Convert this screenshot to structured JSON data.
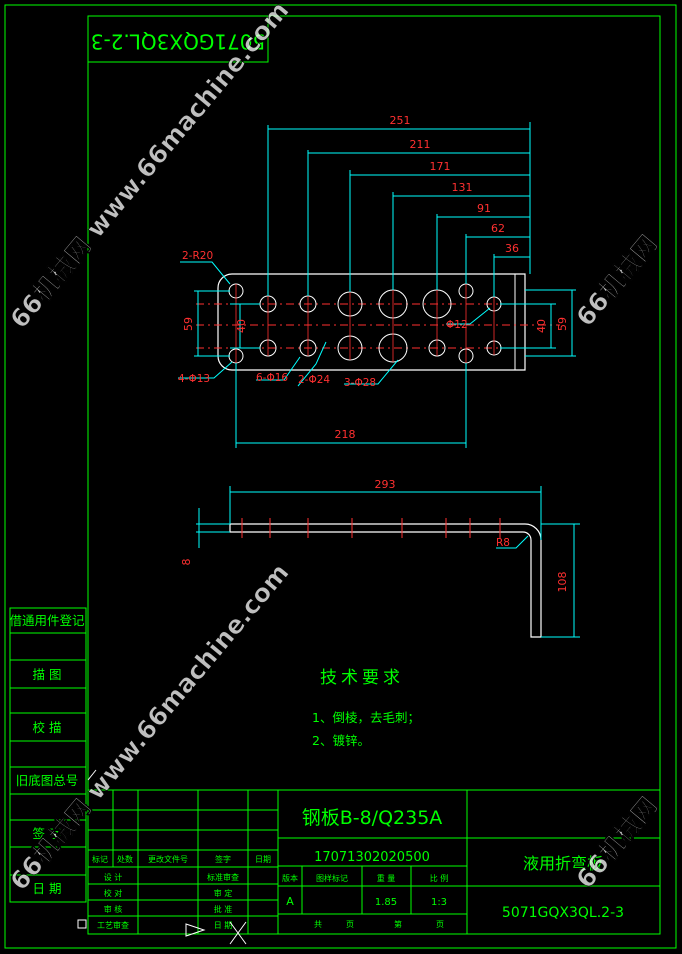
{
  "drawing_number_top": "5071GQX3QL.2-3",
  "dimensions": {
    "top_chain": [
      "251",
      "211",
      "171",
      "131",
      "91",
      "62",
      "36"
    ],
    "radius_note": "2-R20",
    "left_outer": "59",
    "left_inner": "40",
    "right_outer": "59",
    "right_inner": "40",
    "hole_note_4": "4-Φ13",
    "hole_note_6": "6-Φ16",
    "hole_note_2": "2-Φ24",
    "hole_note_3": "3-Φ28",
    "hole_note_12": "Φ12",
    "bottom_width": "218",
    "side_length": "293",
    "thickness": "8",
    "bend_radius": "R8",
    "leg_height": "108"
  },
  "tech_requirements": {
    "title": "技术要求",
    "items": [
      "1、倒棱，去毛刺；",
      "2、镀锌。"
    ]
  },
  "left_strip": [
    "借通用件登记",
    "描 图",
    "校 描",
    "旧底图总号",
    "签 字",
    "日 期"
  ],
  "title_block": {
    "material": "钢板B-8/Q235A",
    "code": "17071302020500",
    "part_name": "液用折弯板",
    "drawing_number": "5071GQX3QL.2-3",
    "rev_headers": [
      "标记",
      "处数",
      "更改文件号",
      "签字",
      "日期"
    ],
    "sign_rows": [
      [
        "设 计",
        "标准审查"
      ],
      [
        "校 对",
        "审 定"
      ],
      [
        "审 核",
        "批 准"
      ],
      [
        "工艺审查",
        "日 期"
      ]
    ],
    "stage_headers": [
      "版本",
      "图样标记",
      "重 量",
      "比 例"
    ],
    "stage_values": [
      "A",
      "",
      "1.85",
      "1:3"
    ],
    "sheet_labels": [
      "共",
      "页",
      "第",
      "页"
    ]
  },
  "watermarks": [
    "66机械网 www.66machine.com",
    "66机械网 www.66machine.com",
    "66机械网",
    "66机械网"
  ],
  "colors": {
    "frame": "#00ff00",
    "dimension": "#00ffff",
    "dim_text": "#ff3030",
    "part": "#ffffff",
    "center": "#ff3030",
    "title_text": "#00ff00"
  }
}
